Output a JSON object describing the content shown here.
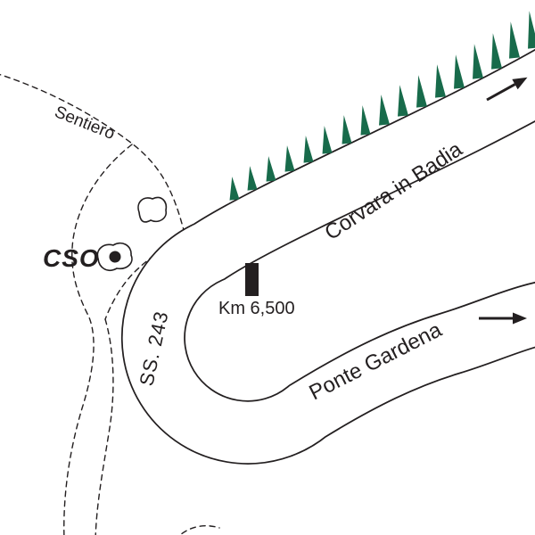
{
  "labels": {
    "trail": "Sentiero",
    "site": "CSO",
    "road": "SS. 243",
    "km_marker": "Km 6,500",
    "destination_upper": "Corvara in Badia",
    "destination_lower": "Ponte Gardena"
  },
  "colors": {
    "tree_green": "#186B4B",
    "ink": "#231F20",
    "background": "#FFFFFF"
  },
  "icons": {
    "tree": "pine-tree-icon",
    "arrow": "direction-arrow-icon",
    "site_marker": "filled-dot-icon",
    "km_post": "black-rect-marker-icon"
  },
  "tree_count": 17
}
